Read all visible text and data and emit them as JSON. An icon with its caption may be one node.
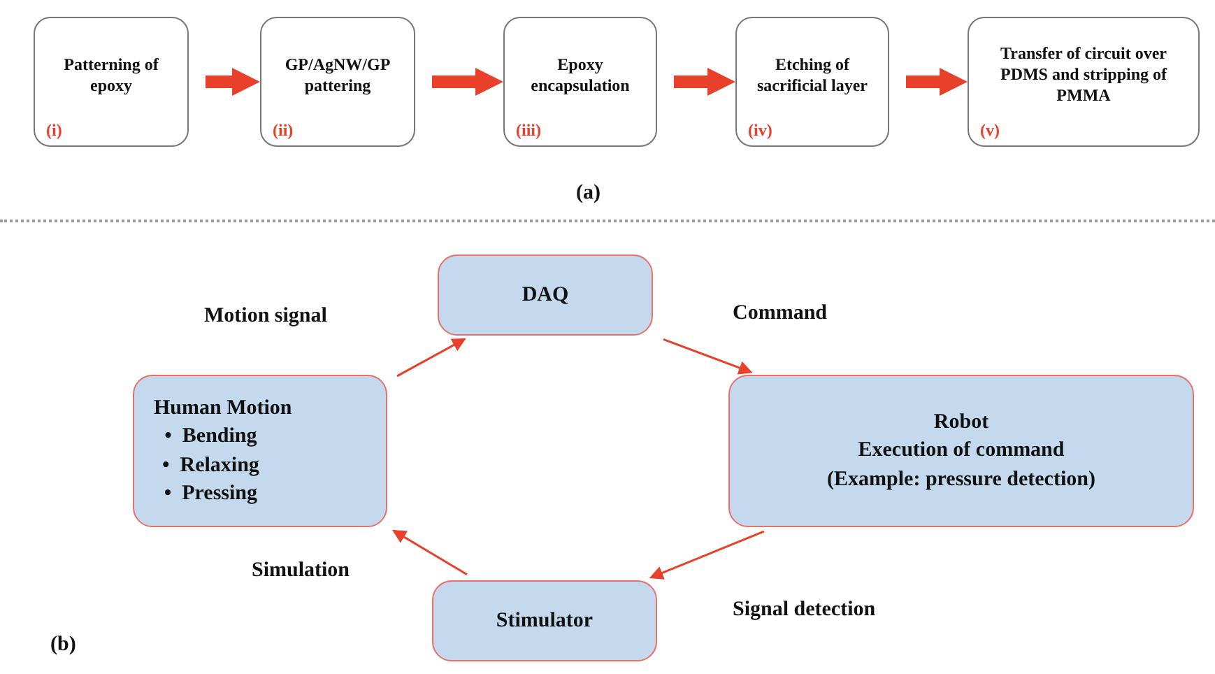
{
  "diagram": {
    "nodes": [
      {
        "text": [
          "Patterning of epoxy",
          "(i)"
        ]
      },
      {
        "text": [
          "GP/AgNW/GP pattering",
          "(ii)"
        ]
      },
      {
        "text": [
          "Epoxy encapsulation",
          "(iii)"
        ]
      },
      {
        "text": [
          "Etching of sacrificial layer",
          "(iv)"
        ]
      },
      {
        "text": [
          "Transfer of circuit over PDMS and stripping of PMMA",
          "(v)"
        ]
      },
      {
        "text": [
          "DAQ"
        ]
      },
      {
        "text": [
          "Robot",
          "Execution of command",
          "(Example: pressure detection)"
        ]
      },
      {
        "text": [
          "Stimulator"
        ]
      },
      {
        "text": [
          "Human Motion",
          "•  Bending",
          "•  Relaxing",
          "•  Pressing"
        ]
      }
    ],
    "edges": [
      {
        "from": 0,
        "to": 1,
        "arrow": "to",
        "style": "thick"
      },
      {
        "from": 1,
        "to": 2,
        "arrow": "to",
        "style": "thick"
      },
      {
        "from": 2,
        "to": 3,
        "arrow": "to",
        "style": "thick"
      },
      {
        "from": 3,
        "to": 4,
        "arrow": "to",
        "style": "thick"
      },
      {
        "from": 8,
        "to": 5,
        "arrow": "to",
        "label": "Motion signal"
      },
      {
        "from": 5,
        "to": 6,
        "arrow": "to",
        "label": "Command"
      },
      {
        "from": 6,
        "to": 7,
        "arrow": "to",
        "label": "Signal detection"
      },
      {
        "from": 7,
        "to": 8,
        "arrow": "to",
        "label": "Simulation"
      }
    ],
    "labels": [
      "(a)",
      "(b)"
    ]
  }
}
